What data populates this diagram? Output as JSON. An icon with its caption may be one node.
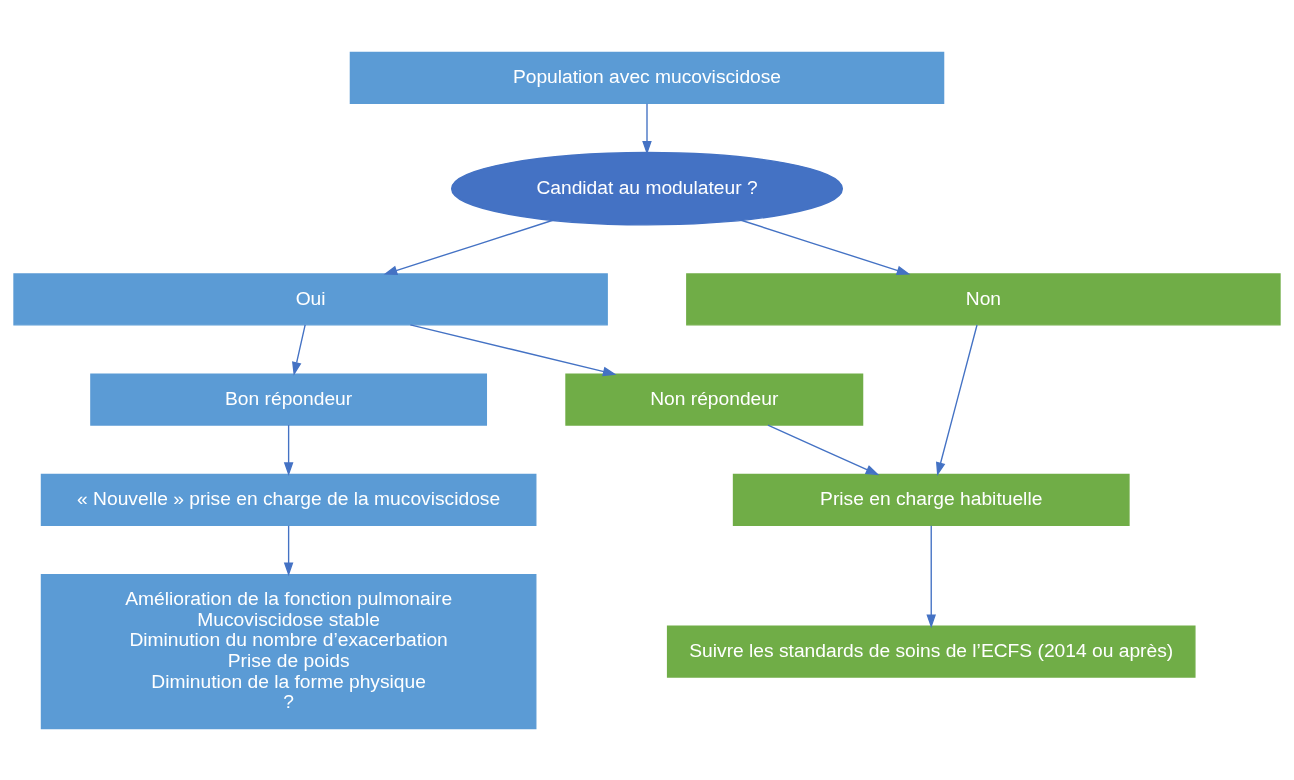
{
  "diagram": {
    "nodes": [
      {
        "text": [
          "Population avec mucoviscidose"
        ]
      },
      {
        "text": [
          "Candidat au modulateur ?"
        ]
      },
      {
        "text": [
          "Oui"
        ]
      },
      {
        "text": [
          "Non"
        ]
      },
      {
        "text": [
          "Bon répondeur"
        ]
      },
      {
        "text": [
          "Non répondeur"
        ]
      },
      {
        "text": [
          "« Nouvelle » prise en charge de la mucoviscidose"
        ]
      },
      {
        "text": [
          "Prise en charge habituelle"
        ]
      },
      {
        "text": [
          "Amélioration de la fonction pulmonaire",
          "Mucoviscidose stable",
          "Diminution du nombre d’exacerbation",
          "Prise de poids",
          "Diminution de la forme physique",
          "?"
        ]
      },
      {
        "text": [
          "Suivre les standards de soins de l’ECFS (2014 ou après)"
        ]
      }
    ],
    "edges": [
      {
        "from": 0,
        "to": 1,
        "arrow": "to"
      },
      {
        "from": 1,
        "to": 2,
        "arrow": "to"
      },
      {
        "from": 1,
        "to": 3,
        "arrow": "to"
      },
      {
        "from": 2,
        "to": 4,
        "arrow": "to"
      },
      {
        "from": 2,
        "to": 5,
        "arrow": "to"
      },
      {
        "from": 4,
        "to": 6,
        "arrow": "to"
      },
      {
        "from": 6,
        "to": 8,
        "arrow": "to"
      },
      {
        "from": 5,
        "to": 7,
        "arrow": "to"
      },
      {
        "from": 3,
        "to": 7,
        "arrow": "to"
      },
      {
        "from": 7,
        "to": 9,
        "arrow": "to"
      }
    ]
  }
}
